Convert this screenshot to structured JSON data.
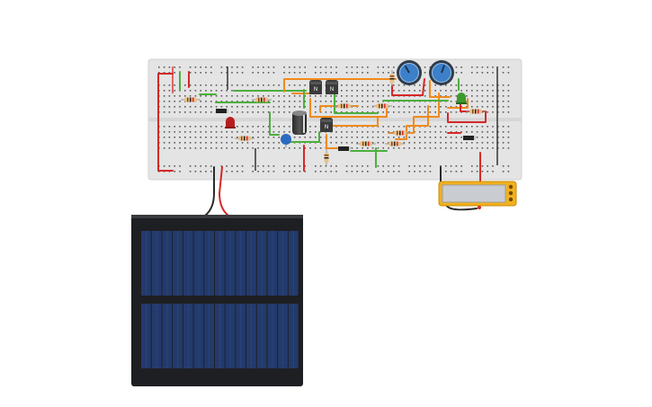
{
  "canvas": {
    "background": "#ffffff"
  },
  "colors": {
    "breadboard": "#e4e4e4",
    "rail_red": "#e03a3a",
    "rail_dark": "#333333",
    "wire_orange": "#f08a1c",
    "wire_green": "#4caf3d",
    "wire_red": "#d62828",
    "wire_black": "#2b2b2b",
    "solar_frame": "#1e1f22",
    "solar_cell": "#233a6b",
    "multimeter_body": "#f2b01e",
    "multimeter_screen": "#c9ccd1",
    "pot_knob": "#3d80c9"
  },
  "components": {
    "transistors": [
      {
        "label": "N",
        "icon": "npn-transistor-icon"
      },
      {
        "label": "N",
        "icon": "npn-transistor-icon"
      },
      {
        "label": "N",
        "icon": "npn-transistor-icon"
      }
    ],
    "potentiometers": [
      {
        "icon": "potentiometer-icon"
      },
      {
        "icon": "potentiometer-icon"
      }
    ],
    "leds": [
      {
        "color": "#b81d1d",
        "icon": "red-led-icon"
      },
      {
        "color": "#3a9a2a",
        "icon": "green-led-icon"
      }
    ],
    "capacitors": [
      {
        "icon": "electrolytic-capacitor-icon"
      },
      {
        "icon": "ceramic-capacitor-icon"
      }
    ]
  },
  "multimeter": {
    "screen_text": ""
  }
}
